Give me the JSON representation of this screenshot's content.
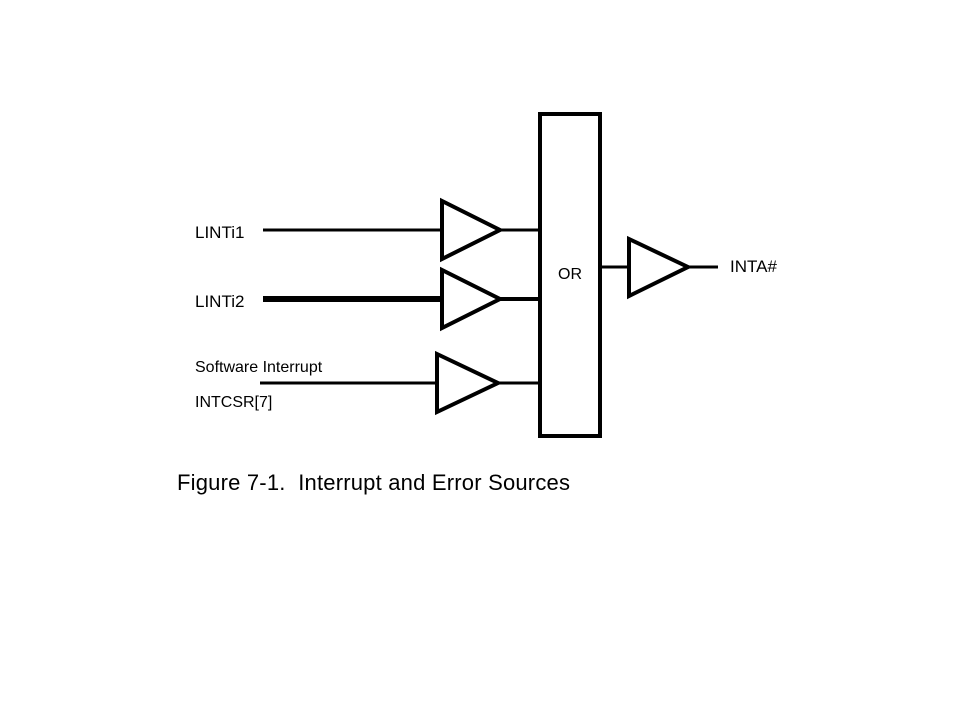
{
  "diagram": {
    "inputs": {
      "lint1": "LINTi1",
      "lint2": "LINTi2",
      "software_line1": "Software Interrupt",
      "software_line2": "INTCSR[7]"
    },
    "gate_label": "OR",
    "output_label": "INTA#",
    "caption": "Figure 7-1.  Interrupt and Error Sources"
  }
}
